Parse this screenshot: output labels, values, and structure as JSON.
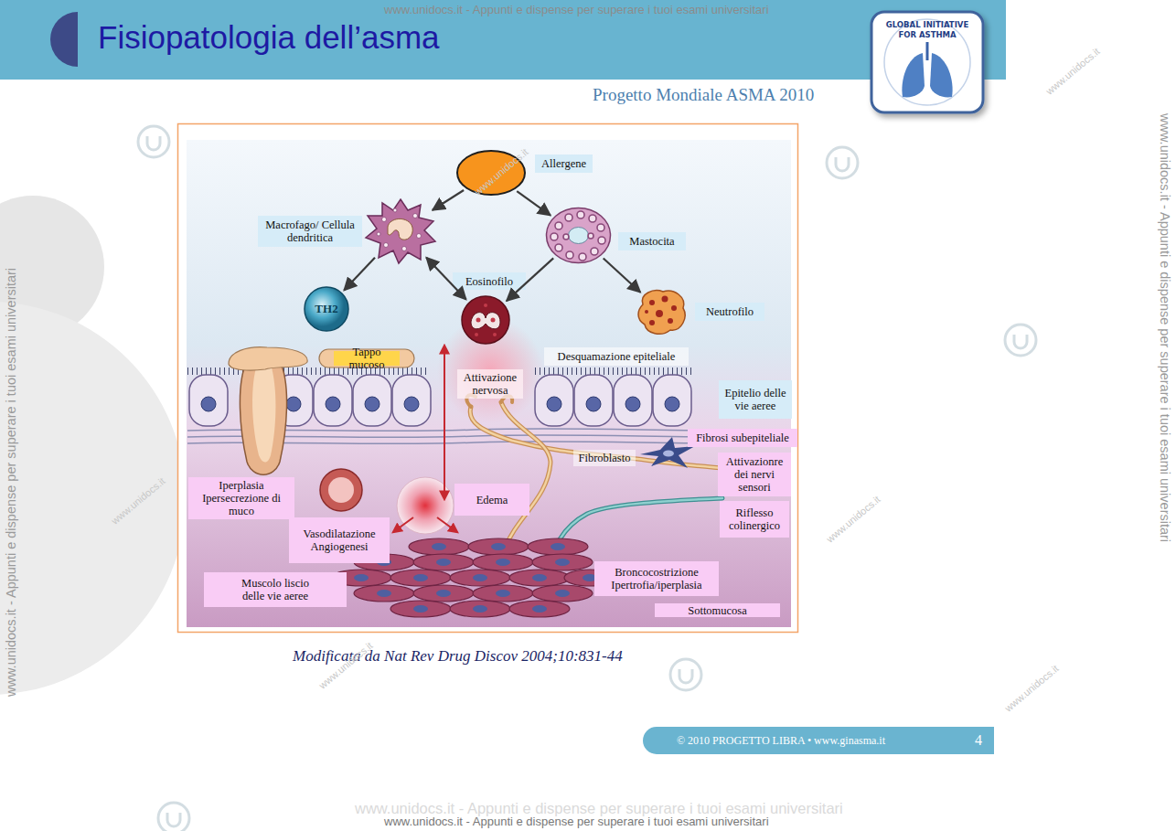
{
  "diagram": {
    "title": "Fisiopatologia dell’asma",
    "caption": "Modificata da Nat Rev Drug Discov 2004;10:831-44",
    "nodes": [
      {
        "text": [
          "Allergene"
        ]
      },
      {
        "text": [
          "Macrofago/ Cellula dendritica"
        ]
      },
      {
        "text": [
          "Mastocita"
        ]
      },
      {
        "text": [
          "Eosinofilo"
        ]
      },
      {
        "text": [
          "TH2"
        ]
      },
      {
        "text": [
          "Neutrofilo"
        ]
      },
      {
        "text": [
          "Tappo mucoso"
        ]
      },
      {
        "text": [
          "Desquamazione epiteliale"
        ]
      },
      {
        "text": [
          "Attivazione nervosa"
        ]
      },
      {
        "text": [
          "Epitelio delle vie aeree"
        ]
      },
      {
        "text": [
          "Fibrosi subepiteliale"
        ]
      },
      {
        "text": [
          "Fibroblasto"
        ]
      },
      {
        "text": [
          "Attivazionre dei nervi sensori"
        ]
      },
      {
        "text": [
          "Iperplasia Ipersecrezione di muco"
        ]
      },
      {
        "text": [
          "Edema"
        ]
      },
      {
        "text": [
          "Riflesso colinergico"
        ]
      },
      {
        "text": [
          "Vasodilatazione Angiogenesi"
        ]
      },
      {
        "text": [
          "Broncocostrizione Ipertrofia/iperplasia"
        ]
      },
      {
        "text": [
          "Muscolo liscio delle vie aeree"
        ]
      },
      {
        "text": [
          "Sottomucosa"
        ]
      }
    ],
    "edges": [
      {
        "from": 0,
        "to": 1,
        "arrow": "to"
      },
      {
        "from": 0,
        "to": 2,
        "arrow": "to"
      },
      {
        "from": 1,
        "to": 4,
        "arrow": "to"
      },
      {
        "from": 1,
        "to": 3,
        "arrow": "both"
      },
      {
        "from": 2,
        "to": 3,
        "arrow": "to"
      },
      {
        "from": 2,
        "to": 5,
        "arrow": "to"
      }
    ],
    "labels": [
      "Progetto Mondiale ASMA 2010",
      "GLOBAL INITIATIVE FOR ASTHMA",
      "© 2010 PROGETTO LIBRA • www.ginasma.it",
      "4",
      "www.unidocs.it - Appunti e dispense per superare i tuoi esami universitari",
      "www.unidocs.it - Appunti e dispense per superare i tuoi esami universitari",
      "www.unidocs.it - Appunti e dispense per superare i tuoi esami universitari",
      "www.unidocs.it - Appunti e dispense per superare i tuoi esami universitari",
      "www.unidocs.it - Appunti e dispense per superare i tuoi esami universitari",
      "www.unidocs.it",
      "www.unidocs.it",
      "www.unidocs.it",
      "www.unidocs.it",
      "www.unidocs.it",
      "www.unidocs.it"
    ]
  }
}
